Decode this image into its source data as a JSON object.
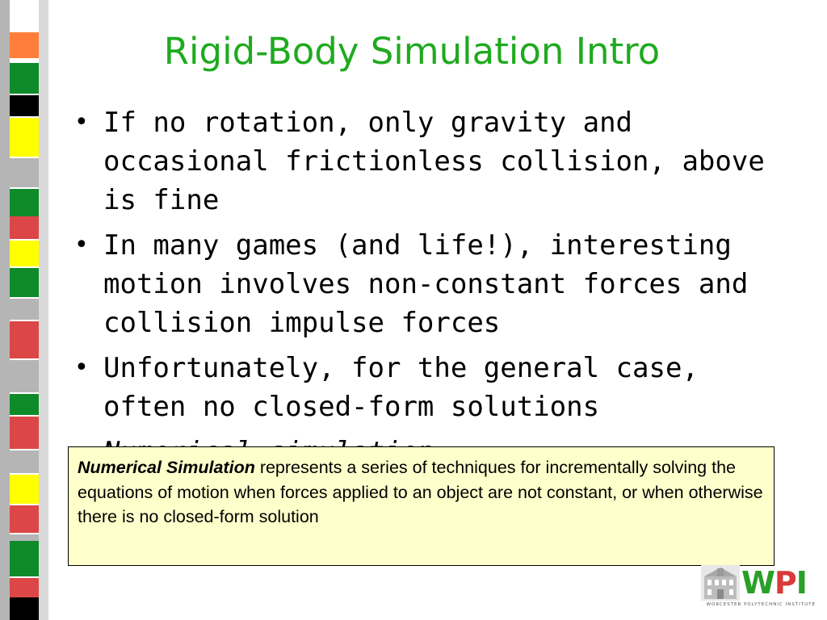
{
  "title": "Rigid-Body Simulation Intro",
  "bullets": [
    {
      "text": "If no rotation, only gravity and occasional frictionless collision, above is fine",
      "italic": false
    },
    {
      "text": "In many games (and life!), interesting motion involves non-constant forces and collision impulse forces",
      "italic": false
    },
    {
      "text": "Unfortunately, for the general case, often no closed-form solutions",
      "italic": false
    },
    {
      "text": "Numerical simulation:",
      "italic": true
    }
  ],
  "definition": {
    "term": "Numerical Simulation",
    "body": " represents a series of techniques for incrementally solving the equations of motion when forces applied to an object are not constant, or when otherwise there is no closed-form solution"
  },
  "logo": {
    "letters": [
      "W",
      "P",
      "I"
    ],
    "caption": "WORCESTER POLYTECHNIC INSTITUTE"
  },
  "colors": {
    "title": "#1faa1f",
    "definition_bg": "#ffffcc",
    "strip_green": "#0f8a2a",
    "strip_orange": "#ff7f3a",
    "strip_black": "#000000",
    "strip_yellow": "#ffff00",
    "strip_red": "#dc4646",
    "strip_gray": "#b5b5b5"
  },
  "strip_blocks": [
    "orange",
    "green",
    "black",
    "yellow",
    "gray",
    "green",
    "red",
    "yellow",
    "green",
    "gray",
    "red",
    "gray",
    "green",
    "red",
    "gray",
    "yellow",
    "red",
    "gray",
    "green",
    "red",
    "black"
  ]
}
